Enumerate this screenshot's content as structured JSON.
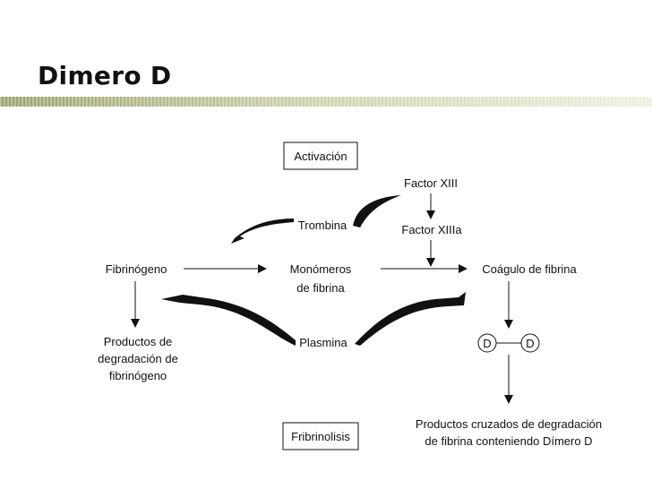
{
  "slide": {
    "title": "Dimero D"
  },
  "diagram": {
    "activation_box": "Activación",
    "fibrinolysis_box": "Fribrinolisis",
    "factor_xiii": "Factor XIII",
    "factor_xiiia": "Factor XIIIa",
    "thrombin": "Trombina",
    "fibrinogen": "Fibrinógeno",
    "monomers_line1": "Monómeros",
    "monomers_line2": "de fibrina",
    "fibrin_clot": "Coágulo de fibrina",
    "plasmin": "Plasmina",
    "fdp_line1": "Productos de",
    "fdp_line2": "degradación de",
    "fdp_line3": "fibrinógeno",
    "d_left": "D",
    "d_right": "D",
    "xlinked_line1": "Productos cruzados de degradación",
    "xlinked_line2": "de fibrina conteniendo Dímero D"
  },
  "colors": {
    "title_bar_light": "#e3e6c9",
    "title_bar_dark": "#9aa06a",
    "ink": "#111111"
  }
}
